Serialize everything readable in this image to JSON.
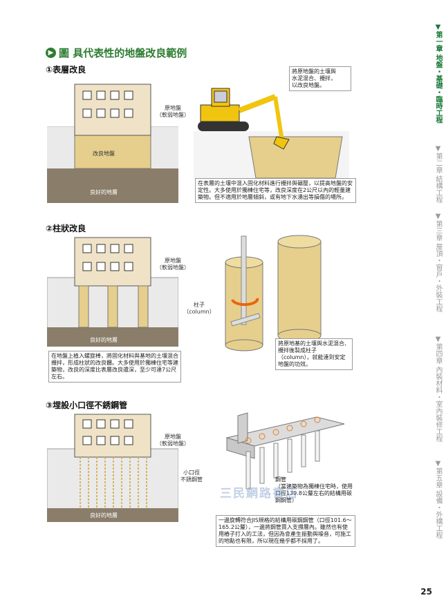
{
  "title": "圖 具代表性的地盤改良範例",
  "sections": [
    {
      "heading": "①表層改良",
      "labels": {
        "original": "原地盤\n（軟弱地盤）",
        "improved": "改良地盤",
        "good": "良好的地層"
      },
      "callout": "將原地盤的土壤與\n水泥混合、攪拌，\n以改良地盤。",
      "note": "在表層的土壤中混入固化材料進行攪拌與碾壓，以提高地盤的安定性。大多使用於獨棟住宅等，改良深度在2公尺以內的輕量建築物。但不適用於地層傾斜，或有地下水湧出等損傷的場所。"
    },
    {
      "heading": "②柱狀改良",
      "labels": {
        "original": "原地盤\n（軟弱地盤）",
        "column": "柱子\n（column）",
        "good": "良好的地層"
      },
      "callout": "將原地基的土壤與水泥混合、攪拌後製成柱子（column），就能達到安定地盤的功效。",
      "note": "在地盤上植入螺旋棒，將固化材料與基地的土壤混合攪拌，形成柱狀的改良體。大多使用於獨棟住宅等建築物，改良的深度比表層改良還深，至少可達7公尺左右。"
    },
    {
      "heading": "③埋設小口徑不銹鋼管",
      "labels": {
        "original": "原地盤\n（軟弱地盤）",
        "pipe": "小口徑\n不銹鋼管",
        "good": "良好的地層"
      },
      "callout": "鋼管\n（當建築物為獨棟住宅時，使用口徑139.8公釐左右的結構用碳鋼鋼管）",
      "note": "一邊旋轉符合JIS規格的結構用碳鋼鋼管（口徑101.6～165.2公釐），一邊將鋼管貫入支撐層內。雖然也有使用樁子打入的工法，但因為會產生振動與噪音，可施工的地點也有限，所以現在幾乎都不採用了。"
    }
  ],
  "watermark": "三民網路書店",
  "side_tabs": [
    {
      "label": "▼第一章 地盤・基礎・臨時工程",
      "active": true
    },
    {
      "label": "▼第二章 結構工程",
      "active": false
    },
    {
      "label": "▼第三章 屋頂・窗戶・外裝工程",
      "active": false
    },
    {
      "label": "▼第四章 內裝材料・室內裝修工程",
      "active": false
    },
    {
      "label": "▼第五章 設備・外構工程",
      "active": false
    }
  ],
  "page_number": "25",
  "colors": {
    "accent": "#2e7d32",
    "soil": "#ddd2a5",
    "improved": "#e6cf8c",
    "good": "#8a7d6a",
    "building": "#efe2c6",
    "yellow": "#f1c40f"
  }
}
